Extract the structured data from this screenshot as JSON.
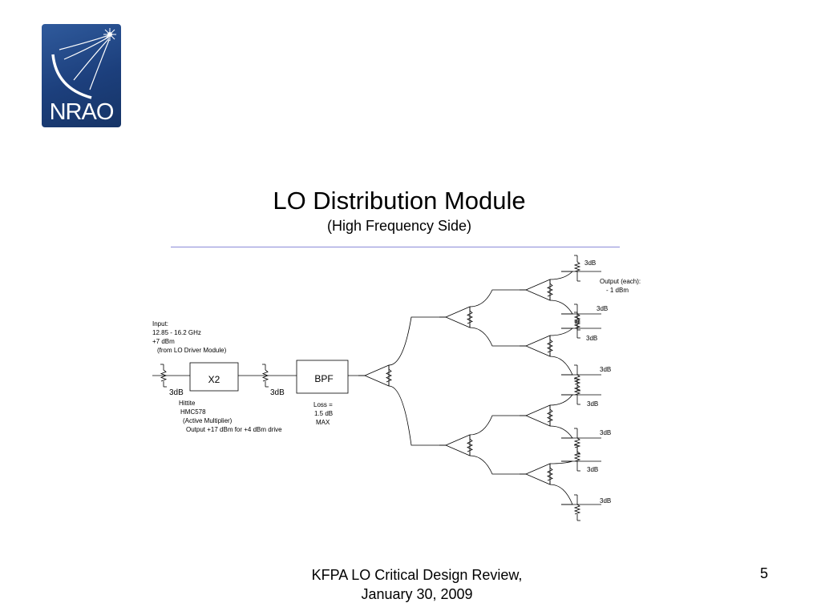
{
  "logo": {
    "text": "NRAO"
  },
  "slide": {
    "title": "LO Distribution Module",
    "subtitle": "(High Frequency Side)"
  },
  "diagram": {
    "input": {
      "line1": "Input:",
      "line2": "12.85 - 16.2 GHz",
      "line3": "+7 dBm",
      "line4": "(from LO Driver Module)"
    },
    "multiplier": {
      "label": "X2",
      "note1": "Hittite",
      "note2": "HMC578",
      "note3": "(Active Multiplier)",
      "note4": "Output +17 dBm for +4 dBm drive"
    },
    "filter": {
      "label": "BPF",
      "loss1": "Loss =",
      "loss2": "1.5 dB",
      "loss3": "MAX"
    },
    "attenuator_label": "3dB",
    "output": {
      "line1": "Output (each):",
      "line2": "- 1 dBm"
    }
  },
  "footer": {
    "line1": "KFPA LO Critical Design Review,",
    "line2": "January 30, 2009",
    "page": "5"
  }
}
